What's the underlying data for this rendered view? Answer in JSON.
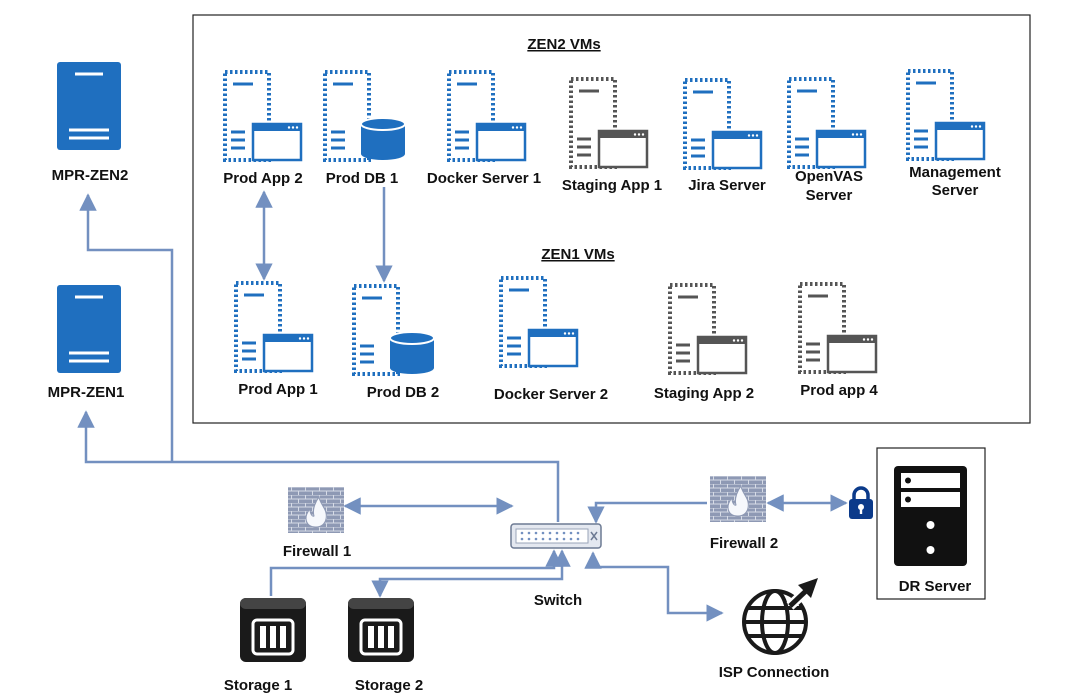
{
  "colors": {
    "blue": "#1f6fbf",
    "gray": "#555555",
    "line": "#7390c0",
    "firewall_brick": "#8e99b4",
    "firewall_flame": "#f6f8fc",
    "black": "#1a1a1a"
  },
  "groups": {
    "zen2_title": "ZEN2 VMs",
    "zen1_title": "ZEN1 VMs"
  },
  "hosts": {
    "zen2": {
      "label": "MPR-ZEN2",
      "icon": "server-icon"
    },
    "zen1": {
      "label": "MPR-ZEN1",
      "icon": "server-icon"
    }
  },
  "zen2_vms": {
    "prod_app2": {
      "label": "Prod App 2",
      "icon": "vm-app-icon",
      "color": "blue"
    },
    "prod_db1": {
      "label": "Prod DB 1",
      "icon": "vm-database-icon",
      "color": "blue"
    },
    "docker1": {
      "label": "Docker Server 1",
      "icon": "vm-app-icon",
      "color": "blue"
    },
    "staging1": {
      "label": "Staging App 1",
      "icon": "vm-app-icon",
      "color": "gray"
    },
    "jira": {
      "label": "Jira Server",
      "icon": "vm-app-icon",
      "color": "blue"
    },
    "openvas": {
      "label_line1": "OpenVAS",
      "label_line2": "Server",
      "icon": "vm-app-icon",
      "color": "blue"
    },
    "mgmt": {
      "label_line1": "Management",
      "label_line2": "Server",
      "icon": "vm-app-icon",
      "color": "blue"
    }
  },
  "zen1_vms": {
    "prod_app1": {
      "label": "Prod App 1",
      "icon": "vm-app-icon",
      "color": "blue"
    },
    "prod_db2": {
      "label": "Prod DB 2",
      "icon": "vm-database-icon",
      "color": "blue"
    },
    "docker2": {
      "label": "Docker Server 2",
      "icon": "vm-app-icon",
      "color": "blue"
    },
    "staging2": {
      "label": "Staging App 2",
      "icon": "vm-app-icon",
      "color": "gray"
    },
    "prod_app4": {
      "label": "Prod app 4",
      "icon": "vm-app-icon",
      "color": "gray"
    }
  },
  "network": {
    "firewall1": {
      "label": "Firewall 1",
      "icon": "firewall-icon"
    },
    "firewall2": {
      "label": "Firewall 2",
      "icon": "firewall-icon"
    },
    "switch": {
      "label": "Switch",
      "icon": "switch-icon"
    },
    "storage1": {
      "label": "Storage 1",
      "icon": "storage-icon"
    },
    "storage2": {
      "label": "Storage 2",
      "icon": "storage-icon"
    },
    "isp": {
      "label": "ISP Connection",
      "icon": "globe-icon"
    },
    "dr": {
      "label": "DR Server",
      "icon": "tower-server-icon"
    },
    "lock": {
      "icon": "lock-icon"
    }
  }
}
